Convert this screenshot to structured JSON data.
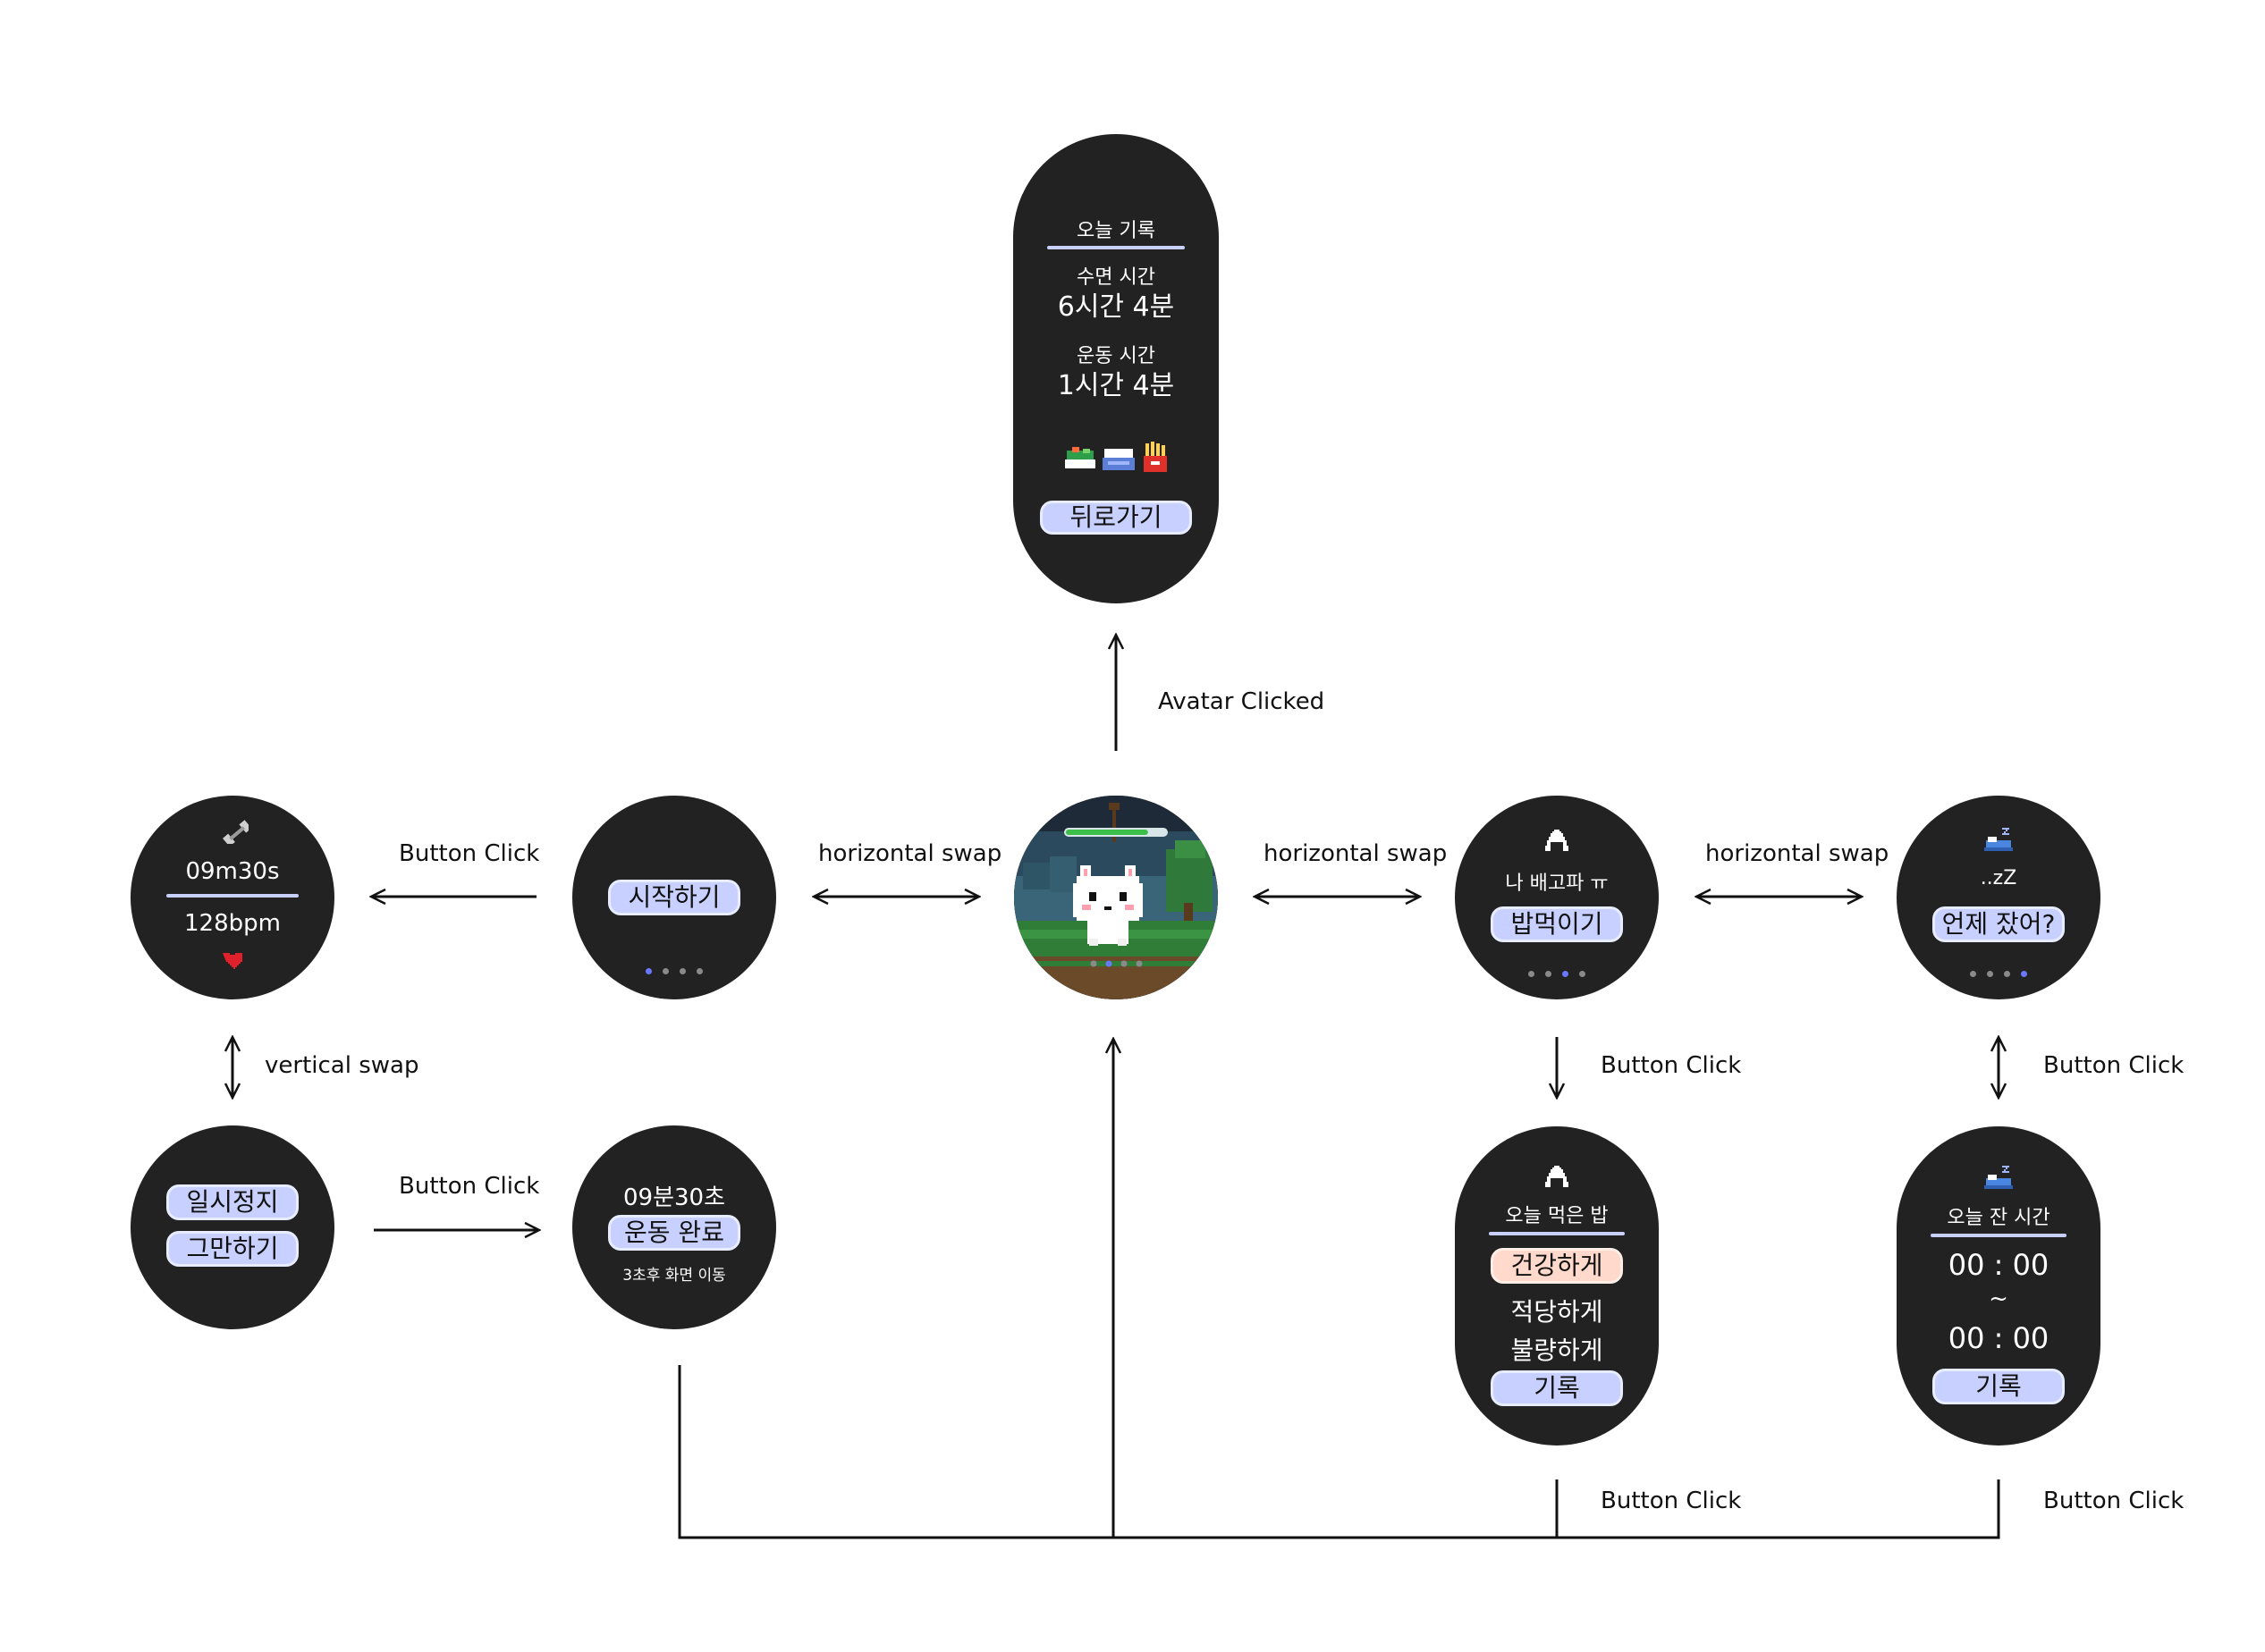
{
  "flow_labels": {
    "avatar_clicked": "Avatar Clicked",
    "h_swap_left": "horizontal swap",
    "h_swap_mid": "horizontal swap",
    "h_swap_right": "horizontal swap",
    "button_click_workout": "Button Click",
    "vertical_swap": "vertical swap",
    "button_click_pause": "Button Click",
    "button_click_meal": "Button Click",
    "button_click_sleep": "Button Click",
    "button_click_meal_record": "Button Click",
    "button_click_sleep_record": "Button Click"
  },
  "screens": {
    "today_record": {
      "title": "오늘 기록",
      "sleep_label": "수면 시간",
      "sleep_value": "6시간 4분",
      "exercise_label": "운동 시간",
      "exercise_value": "1시간 4분",
      "meal_icons": [
        "salad-icon",
        "rice-bowl-icon",
        "fries-icon"
      ],
      "back_button": "뒤로가기"
    },
    "workout_live": {
      "icon": "dumbbell-icon",
      "time": "09m30s",
      "heart_rate": "128bpm",
      "heart_icon": "heart-icon"
    },
    "exercise_start": {
      "start_button": "시작하기",
      "active_dot": 0
    },
    "home": {
      "avatar": "pixel-cat-avatar",
      "progress": 0.82,
      "active_dot": 1
    },
    "hungry": {
      "icon": "onigiri-icon",
      "message": "나 배고파 ㅠ",
      "eat_button": "밥먹이기",
      "active_dot": 2
    },
    "sleep_prompt": {
      "icon": "sleeping-icon",
      "message": "..zZ",
      "ask_button": "언제 잤어?",
      "active_dot": 3
    },
    "workout_paused": {
      "pause_button": "일시정지",
      "stop_button": "그만하기"
    },
    "workout_done": {
      "time": "09분30초",
      "done_button": "운동 완료",
      "notice": "3초후 화면 이동"
    },
    "meal_record": {
      "icon": "onigiri-icon",
      "title": "오늘 먹은 밥",
      "options": [
        "건강하게",
        "적당하게",
        "불량하게"
      ],
      "selected_option": 0,
      "record_button": "기록"
    },
    "sleep_record": {
      "icon": "sleeping-icon",
      "title": "오늘 잔 시간",
      "start_time": "00 : 00",
      "separator": "~",
      "end_time": "00 : 00",
      "record_button": "기록"
    }
  },
  "colors": {
    "screen_bg": "#222222",
    "pill_blue": "#c8d0ff",
    "pill_salmon": "#ffd9cc",
    "dot_active": "#6a78ff",
    "heart": "#e0202a"
  }
}
